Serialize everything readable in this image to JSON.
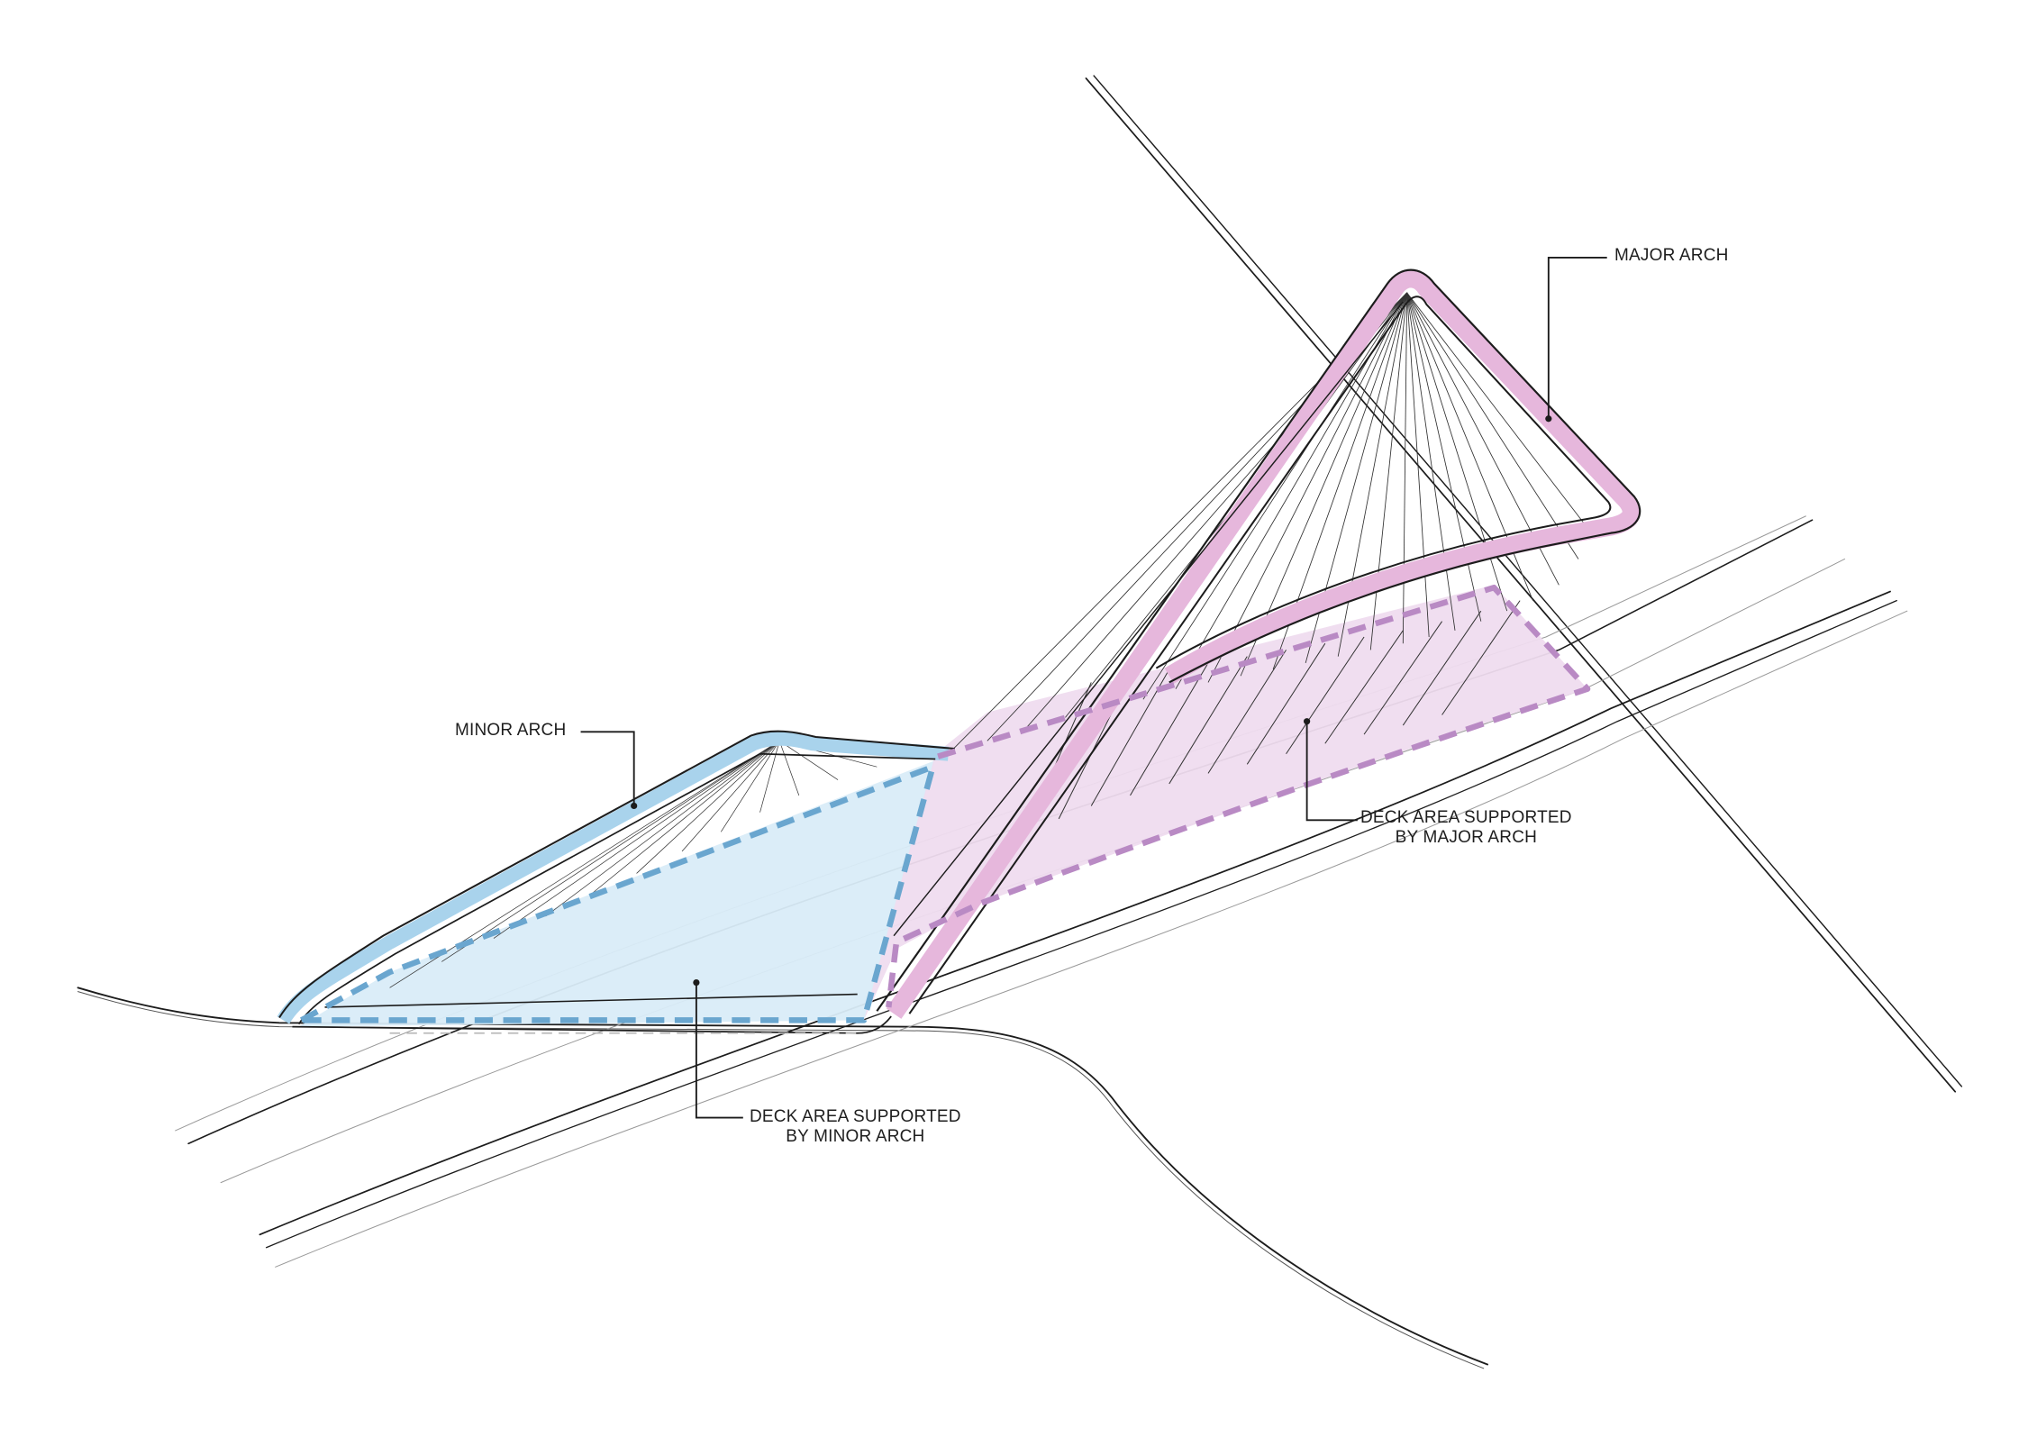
{
  "diagram": {
    "subject": "Bridge arch structural support diagram",
    "colors": {
      "background": "#ffffff",
      "major_arch_fill": "#e6b7dc",
      "major_deck_fill": "#efdcef",
      "major_dash": "#b98ac4",
      "minor_arch_fill": "#a9d3ec",
      "minor_deck_fill": "#d9ecf8",
      "minor_dash": "#6aa6cf",
      "line_dark": "#1c1c1c",
      "line_light": "#8c8c8c"
    },
    "labels": {
      "major_arch": "MAJOR ARCH",
      "minor_arch": "MINOR ARCH",
      "deck_major_line1": "DECK AREA SUPPORTED",
      "deck_major_line2": "BY MAJOR ARCH",
      "deck_minor_line1": "DECK AREA SUPPORTED",
      "deck_minor_line2": "BY MINOR ARCH"
    }
  }
}
